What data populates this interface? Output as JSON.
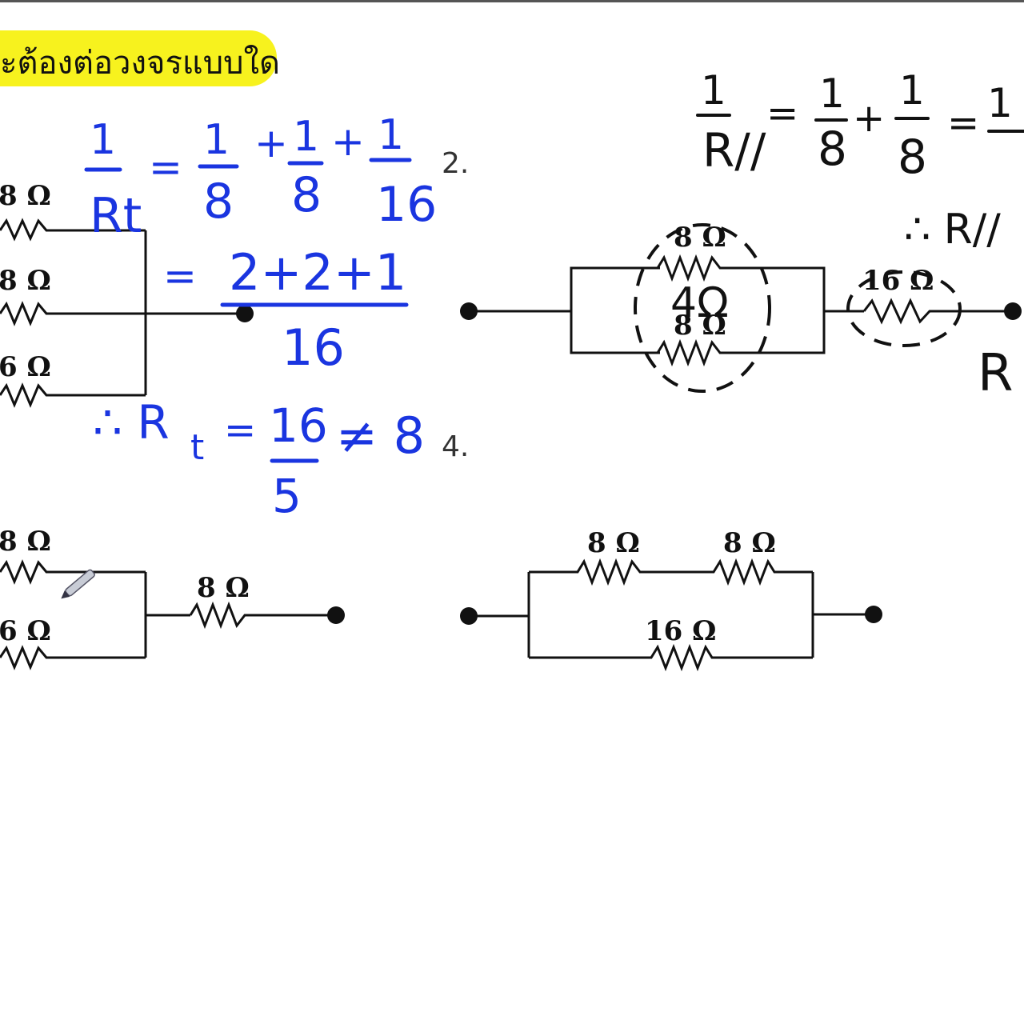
{
  "header": {
    "highlight_text": "ะต้องต่อวงจรแบบใด",
    "highlight_color": "#f7f21e"
  },
  "question_numbers": {
    "q2": "2.",
    "q4": "4."
  },
  "circuit1": {
    "labels": [
      "8 Ω",
      "8 Ω",
      "6 Ω"
    ]
  },
  "circuit2": {
    "labels": [
      "8 Ω",
      "8 Ω",
      "16 Ω"
    ],
    "annotation_parallel": "4Ω"
  },
  "circuit3": {
    "labels": [
      "8 Ω",
      "6 Ω",
      "8 Ω"
    ]
  },
  "circuit4": {
    "labels": [
      "8 Ω",
      "8 Ω",
      "16 Ω"
    ]
  },
  "handwriting_left": {
    "eq1_num": [
      "1",
      "1",
      "1",
      "1"
    ],
    "eq1_den": [
      "Rt",
      "8",
      "8",
      "16"
    ],
    "eq1_ops": [
      "=",
      "+",
      "+"
    ],
    "eq2_eq": "=",
    "eq2_num": "2+2+1",
    "eq2_den": "16",
    "result_prefix": "∴ R",
    "result_sub": "t",
    "result_eq": "=",
    "result_num": "16",
    "result_den": "5",
    "result_tail": "≠ 8",
    "ink_color": "#1a35e0"
  },
  "handwriting_right": {
    "eq_num": [
      "1",
      "1",
      "1",
      "1"
    ],
    "eq_den": [
      "R//",
      "8",
      "8"
    ],
    "eq_ops": [
      "=",
      "+",
      "="
    ],
    "therefore": "∴ R//",
    "r_label": "R"
  }
}
